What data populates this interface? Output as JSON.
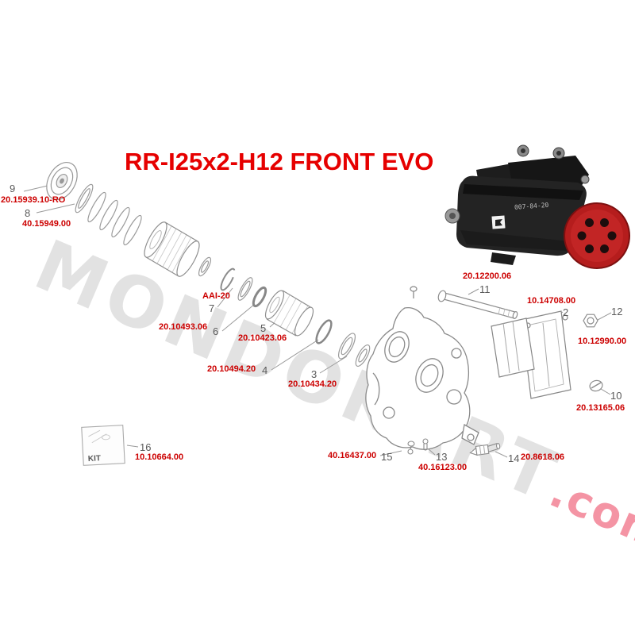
{
  "title": "RR-I25x2-H12 FRONT EVO",
  "watermark": {
    "text": "MONDOKART",
    "suffix": ".com"
  },
  "photo": {
    "label": "007-84-20"
  },
  "kit_label": "KIT",
  "parts": [
    {
      "num": "9",
      "code": "20.15939.10-RO"
    },
    {
      "num": "8",
      "code": "40.15949.00"
    },
    {
      "num": "7",
      "code": "AAI-20"
    },
    {
      "num": "6",
      "code": "20.10493.06"
    },
    {
      "num": "5",
      "code": "20.10423.06"
    },
    {
      "num": "4",
      "code": "20.10494.20"
    },
    {
      "num": "3",
      "code": "20.10434.20"
    },
    {
      "num": "11",
      "code": "20.12200.06"
    },
    {
      "num": "2",
      "code": "10.14708.00"
    },
    {
      "num": "12",
      "code": "10.12990.00"
    },
    {
      "num": "10",
      "code": "20.13165.06"
    },
    {
      "num": "16",
      "code": "10.10664.00"
    },
    {
      "num": "15",
      "code": "40.16437.00"
    },
    {
      "num": "13",
      "code": "40.16123.00"
    },
    {
      "num": "14",
      "code": "20.8618.06"
    }
  ]
}
